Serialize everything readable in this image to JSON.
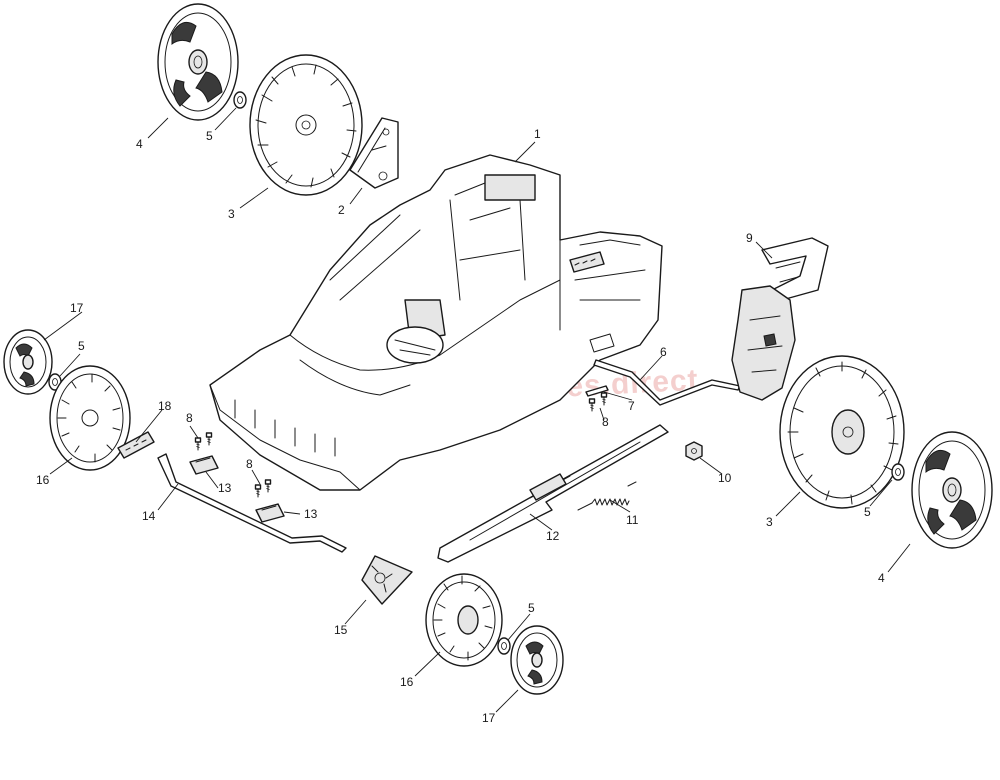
{
  "watermark": "www.mountfieldspares.direct",
  "callouts": [
    {
      "id": "c1",
      "label": "1"
    },
    {
      "id": "c2",
      "label": "2"
    },
    {
      "id": "c3a",
      "label": "3"
    },
    {
      "id": "c3b",
      "label": "3"
    },
    {
      "id": "c4a",
      "label": "4"
    },
    {
      "id": "c4b",
      "label": "4"
    },
    {
      "id": "c5a",
      "label": "5"
    },
    {
      "id": "c5b",
      "label": "5"
    },
    {
      "id": "c5c",
      "label": "5"
    },
    {
      "id": "c5d",
      "label": "5"
    },
    {
      "id": "c6",
      "label": "6"
    },
    {
      "id": "c7",
      "label": "7"
    },
    {
      "id": "c8a",
      "label": "8"
    },
    {
      "id": "c8b",
      "label": "8"
    },
    {
      "id": "c8c",
      "label": "8"
    },
    {
      "id": "c9",
      "label": "9"
    },
    {
      "id": "c10",
      "label": "10"
    },
    {
      "id": "c11",
      "label": "11"
    },
    {
      "id": "c12",
      "label": "12"
    },
    {
      "id": "c13a",
      "label": "13"
    },
    {
      "id": "c13b",
      "label": "13"
    },
    {
      "id": "c14",
      "label": "14"
    },
    {
      "id": "c15",
      "label": "15"
    },
    {
      "id": "c16a",
      "label": "16"
    },
    {
      "id": "c16b",
      "label": "16"
    },
    {
      "id": "c17a",
      "label": "17"
    },
    {
      "id": "c17b",
      "label": "17"
    },
    {
      "id": "c18",
      "label": "18"
    }
  ]
}
